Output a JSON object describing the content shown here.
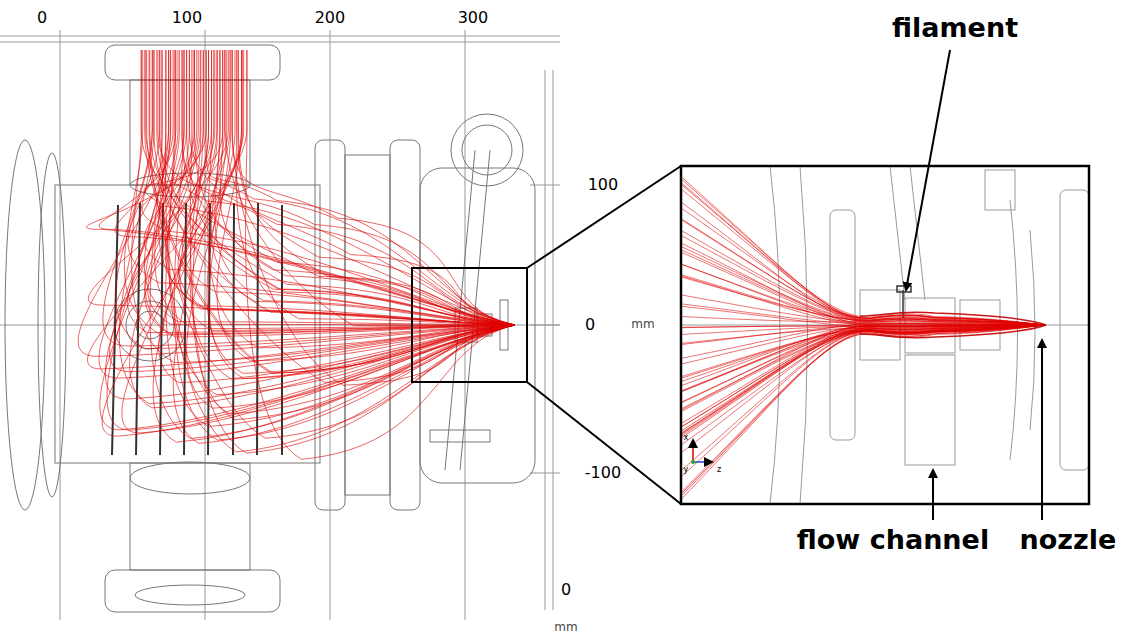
{
  "diagram": {
    "labels": [
      "0",
      "100",
      "200",
      "300",
      "100",
      "0",
      "-100",
      "0",
      "mm",
      "mm",
      "filament",
      "flow channel",
      "nozzle",
      "x",
      "y",
      "z"
    ]
  }
}
